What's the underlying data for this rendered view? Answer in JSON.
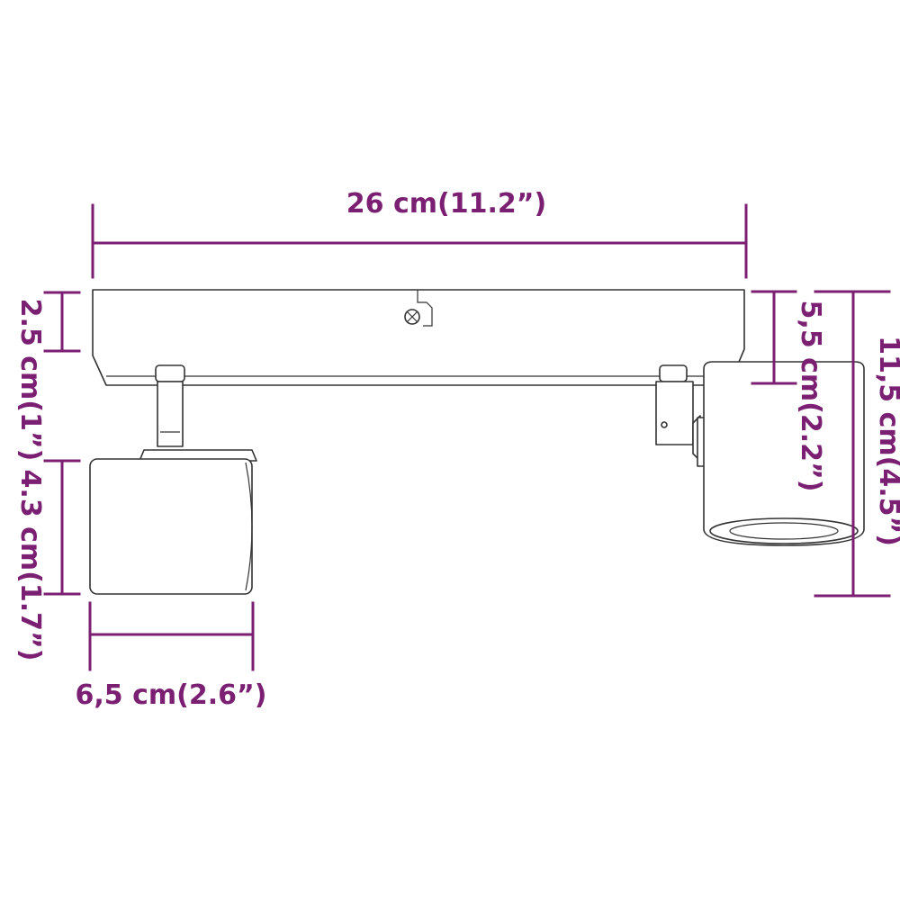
{
  "dimensions": {
    "total_width": "26 cm(11.2”)",
    "base_height": "2.5 cm(1”)",
    "shade_height": "4.3 cm(1.7”)",
    "shade_length": "6,5 cm(2.6”)",
    "arm_drop": "5,5 cm(2.2”)",
    "total_height": "11,5 cm(4.5”)"
  },
  "colors": {
    "dimension": "#7b1f73",
    "outline": "#333333",
    "background": "#ffffff"
  }
}
